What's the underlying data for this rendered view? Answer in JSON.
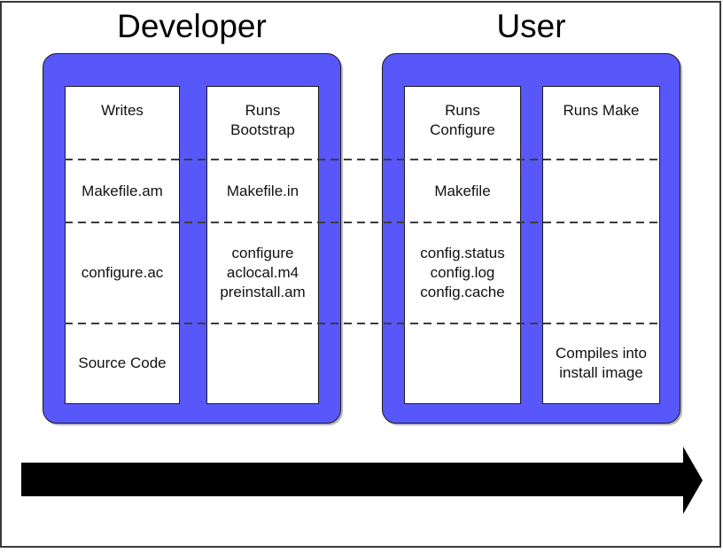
{
  "developer": {
    "title": "Developer",
    "columns": [
      {
        "name": "writes-column",
        "cells": [
          "Writes",
          "Makefile.am",
          "configure.ac",
          "Source Code"
        ]
      },
      {
        "name": "bootstrap-column",
        "cells": [
          "Runs\nBootstrap",
          "Makefile.in",
          "configure\naclocal.m4\npreinstall.am",
          ""
        ]
      }
    ]
  },
  "user": {
    "title": "User",
    "columns": [
      {
        "name": "configure-column",
        "cells": [
          "Runs\nConfigure",
          "Makefile",
          "config.status\nconfig.log\nconfig.cache",
          ""
        ]
      },
      {
        "name": "make-column",
        "cells": [
          "Runs Make",
          "",
          "",
          "Compiles into\ninstall image"
        ]
      }
    ]
  },
  "colors": {
    "panel_blue": "#5757fa",
    "dash_gray": "#3c3c3c",
    "arrow_black": "#000000"
  }
}
